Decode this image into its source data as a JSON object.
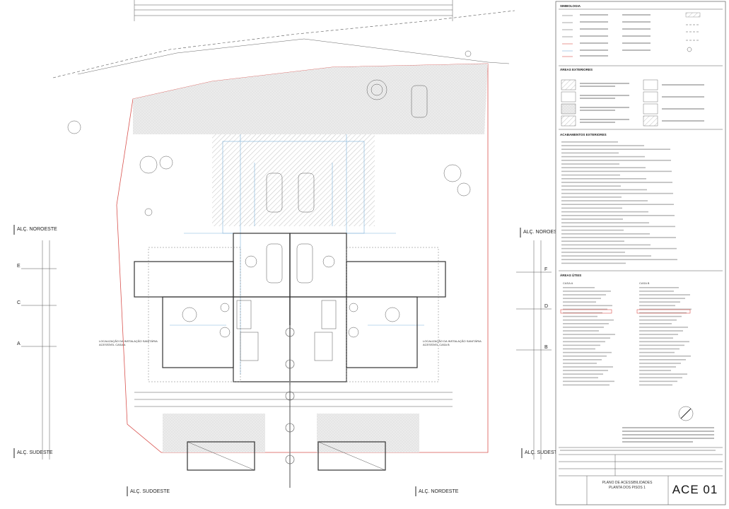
{
  "sheet": {
    "code": "ACE 01",
    "title_line1": "PLANO DE ACESSIBILIDADES",
    "title_line2": "PLANTA DOS PISOS 1"
  },
  "legend": {
    "simbologia": "SIMBOLOGIA",
    "areas_exteriores": "ÁREAS EXTERIORES",
    "acabamentos": "ACABAMENTOS EXTERIORES",
    "areas_uteis": "ÁREAS ÚTEIS",
    "casa_a": "CASA A",
    "casa_b": "CASA B"
  },
  "elevations": {
    "noroeste_left": "ALÇ. NOROESTE",
    "noroeste_right": "ALÇ. NOROESTE",
    "sudeste_left": "ALÇ. SUDESTE",
    "sudeste_right": "ALÇ. SUDESTE",
    "sudoeste": "ALÇ. SUDOESTE",
    "nordeste": "ALÇ. NORDESTE"
  },
  "grid": {
    "left": [
      "E",
      "C",
      "A"
    ],
    "right": [
      "F",
      "D",
      "B"
    ]
  },
  "plan_labels": {
    "sanitaria_a": "LOCALIZAÇÃO DA INSTALAÇÃO SANITÁRIA ACESSÍVEL CASA A",
    "sanitaria_b": "LOCALIZAÇÃO DA INSTALAÇÃO SANITÁRIA ACESSÍVEL CASA B"
  }
}
